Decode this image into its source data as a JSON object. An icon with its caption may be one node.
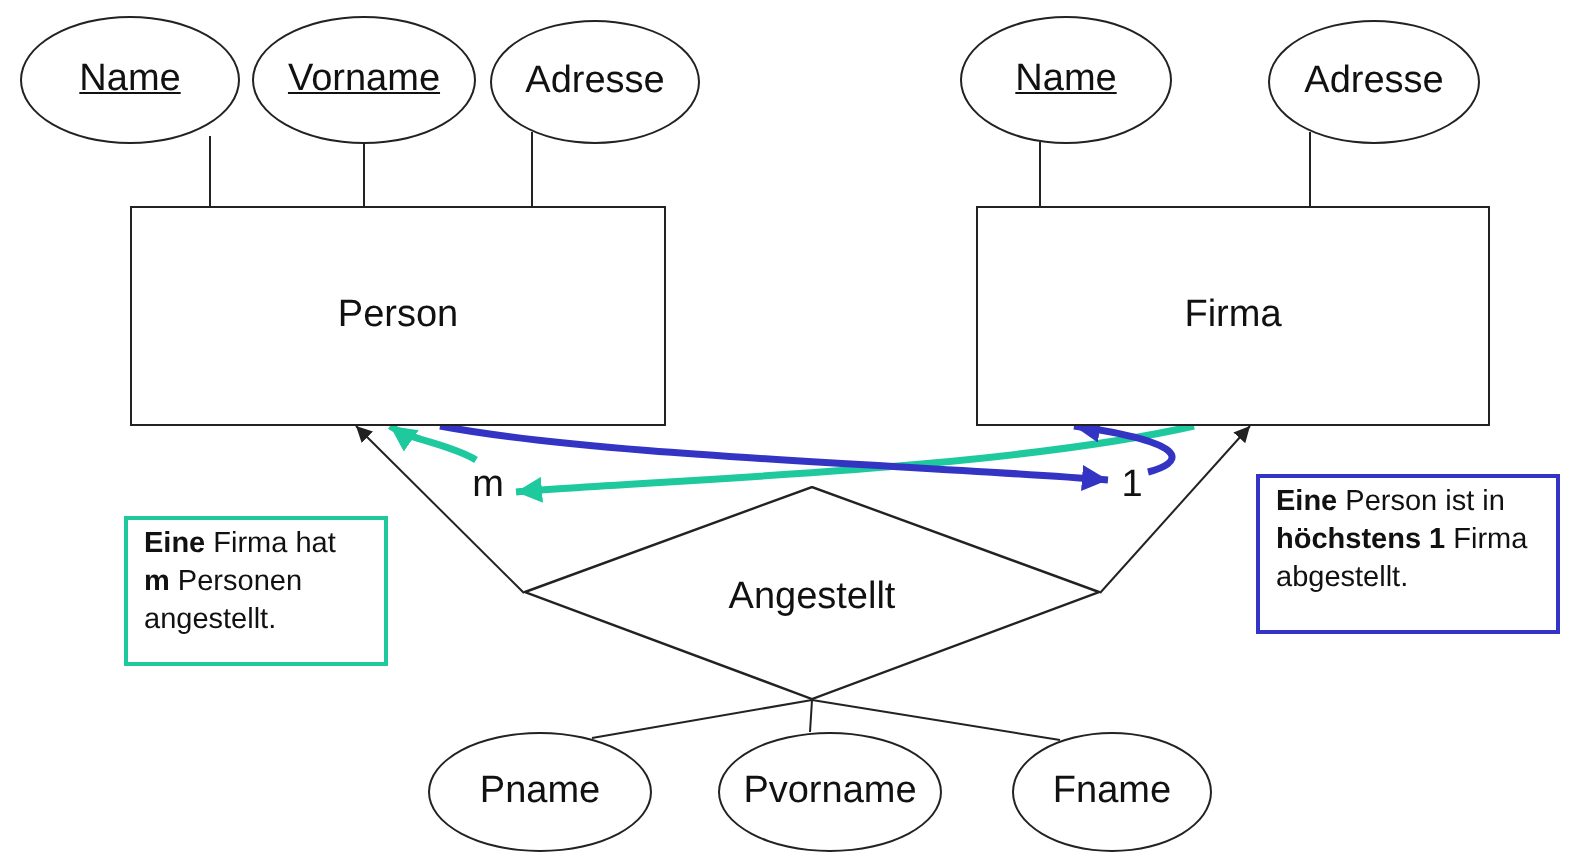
{
  "diagram": {
    "nodes": [
      {
        "text": [
          "Name"
        ]
      },
      {
        "text": [
          "Vorname"
        ]
      },
      {
        "text": [
          "Adresse"
        ]
      },
      {
        "text": [
          "Name"
        ]
      },
      {
        "text": [
          "Adresse"
        ]
      },
      {
        "text": [
          "Person"
        ]
      },
      {
        "text": [
          "Firma"
        ]
      },
      {
        "text": [
          "m"
        ]
      },
      {
        "text": [
          "1"
        ]
      },
      {
        "text": [
          "Angestellt"
        ]
      },
      {
        "text": [
          "Pname"
        ]
      },
      {
        "text": [
          "Pvorname"
        ]
      },
      {
        "text": [
          "Fname"
        ]
      },
      {
        "text": [
          "**Eine** Firma hat **m** Personen angestellt."
        ]
      },
      {
        "text": [
          "**Eine** Person ist in **höchstens 1** Firma abgestellt."
        ]
      }
    ],
    "edges": [
      {
        "from": 0,
        "to": 5,
        "arrow": "none"
      },
      {
        "from": 1,
        "to": 5,
        "arrow": "none"
      },
      {
        "from": 2,
        "to": 5,
        "arrow": "none"
      },
      {
        "from": 3,
        "to": 6,
        "arrow": "none"
      },
      {
        "from": 4,
        "to": 6,
        "arrow": "none"
      },
      {
        "from": 9,
        "to": 5,
        "arrow": "to"
      },
      {
        "from": 9,
        "to": 6,
        "arrow": "to"
      },
      {
        "from": 10,
        "to": 9,
        "arrow": "none"
      },
      {
        "from": 11,
        "to": 9,
        "arrow": "none"
      },
      {
        "from": 12,
        "to": 9,
        "arrow": "none"
      },
      {
        "from": 7,
        "to": 5,
        "arrow": "to",
        "style": "thick",
        "color": "#1ec99e"
      },
      {
        "from": 6,
        "to": 7,
        "arrow": "to",
        "style": "thick",
        "color": "#1ec99e"
      },
      {
        "from": 5,
        "to": 8,
        "arrow": "to",
        "style": "thick",
        "color": "#3434c4"
      },
      {
        "from": 8,
        "to": 6,
        "arrow": "to",
        "style": "thick",
        "color": "#3434c4"
      }
    ]
  }
}
